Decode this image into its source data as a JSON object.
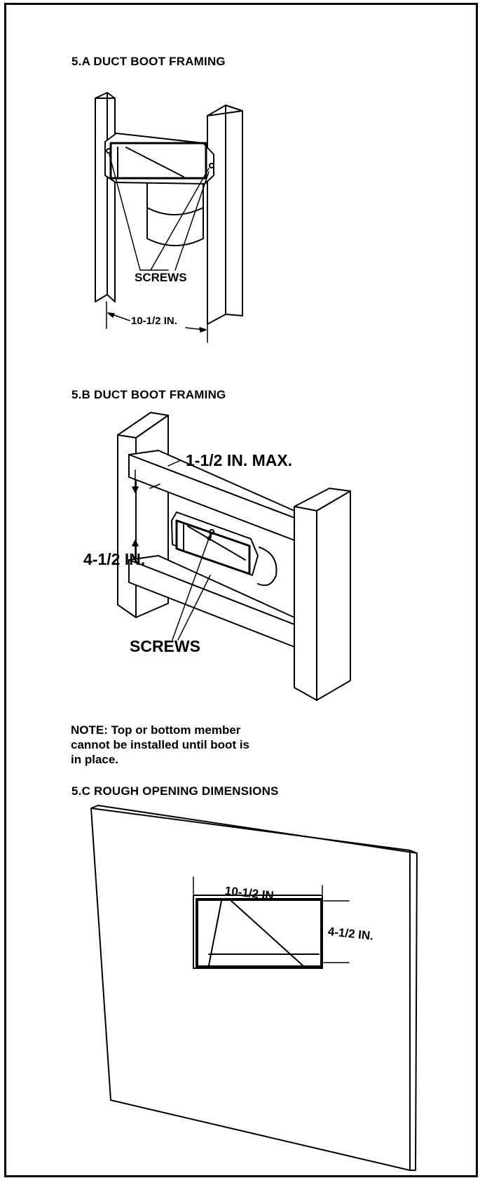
{
  "sections": [
    {
      "title": "5.A  DUCT BOOT FRAMING",
      "labels": {
        "screws": "SCREWS",
        "width": "10-1/2 IN."
      }
    },
    {
      "title": "5.B  DUCT BOOT FRAMING",
      "labels": {
        "max": "1-1/2 IN. MAX.",
        "height": "4-1/2 IN.",
        "screws": "SCREWS"
      },
      "note": "NOTE:  Top or bottom member cannot be installed until boot is in place."
    },
    {
      "title": "5.C  ROUGH OPENING DIMENSIONS",
      "labels": {
        "width": "10-1/2 IN.",
        "height": "4-1/2 IN."
      }
    }
  ]
}
